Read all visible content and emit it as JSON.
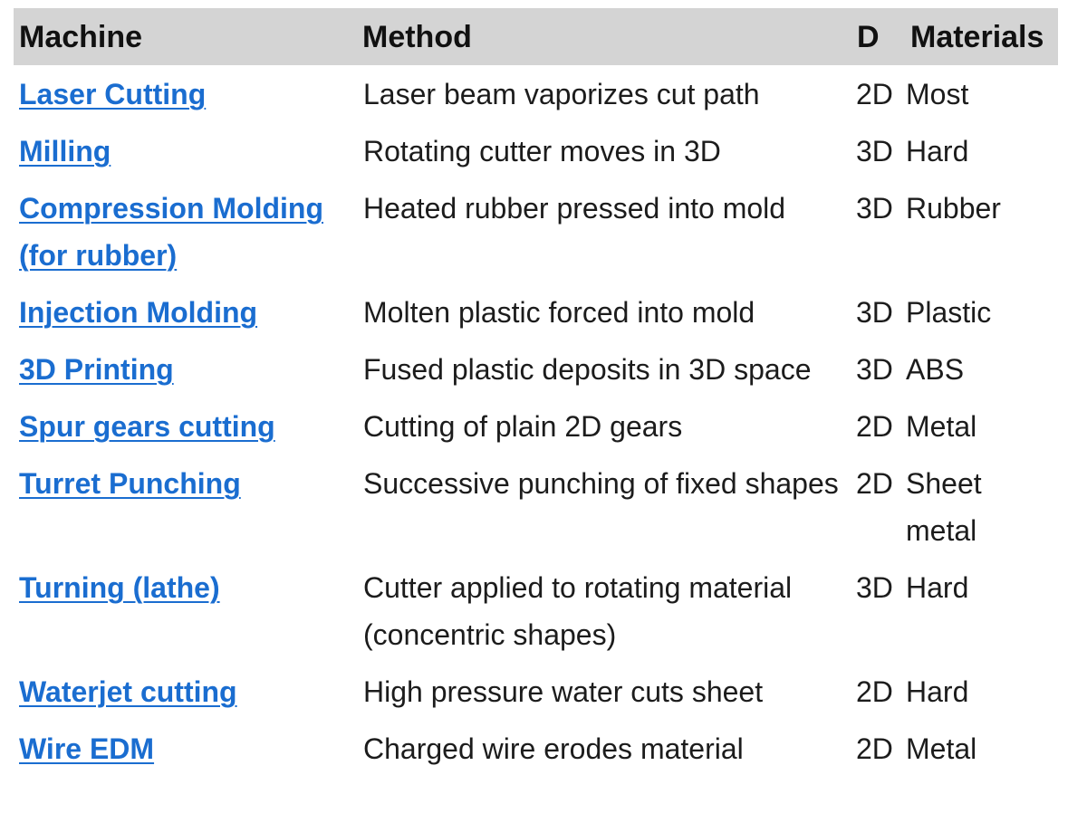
{
  "table": {
    "headers": {
      "machine": "Machine",
      "method": "Method",
      "d": "D",
      "materials": "Materials"
    },
    "rows": [
      {
        "machine": "Laser Cutting",
        "method": "Laser beam vaporizes cut path",
        "d": "2D",
        "materials": "Most"
      },
      {
        "machine": "Milling",
        "method": "Rotating cutter moves in 3D",
        "d": "3D",
        "materials": "Hard"
      },
      {
        "machine": "Compression Molding (for rubber)",
        "method": "Heated rubber pressed into mold",
        "d": "3D",
        "materials": "Rubber"
      },
      {
        "machine": "Injection Molding",
        "method": "Molten plastic forced into mold",
        "d": "3D",
        "materials": "Plastic"
      },
      {
        "machine": "3D Printing",
        "method": "Fused plastic deposits in 3D space",
        "d": "3D",
        "materials": "ABS"
      },
      {
        "machine": "Spur gears cutting",
        "method": "Cutting of plain 2D gears",
        "d": "2D",
        "materials": "Metal"
      },
      {
        "machine": "Turret Punching",
        "method": "Successive punching of fixed shapes",
        "d": "2D",
        "materials": "Sheet metal"
      },
      {
        "machine": "Turning (lathe)",
        "method": "Cutter applied to rotating material (concentric shapes)",
        "d": "3D",
        "materials": "Hard"
      },
      {
        "machine": "Waterjet cutting",
        "method": "High pressure water cuts sheet",
        "d": "2D",
        "materials": "Hard"
      },
      {
        "machine": "Wire EDM",
        "method": "Charged wire erodes material",
        "d": "2D",
        "materials": "Metal"
      }
    ]
  },
  "colors": {
    "header_bg": "#d4d4d4",
    "link": "#1a6dd0",
    "text": "#1c1c1c"
  }
}
